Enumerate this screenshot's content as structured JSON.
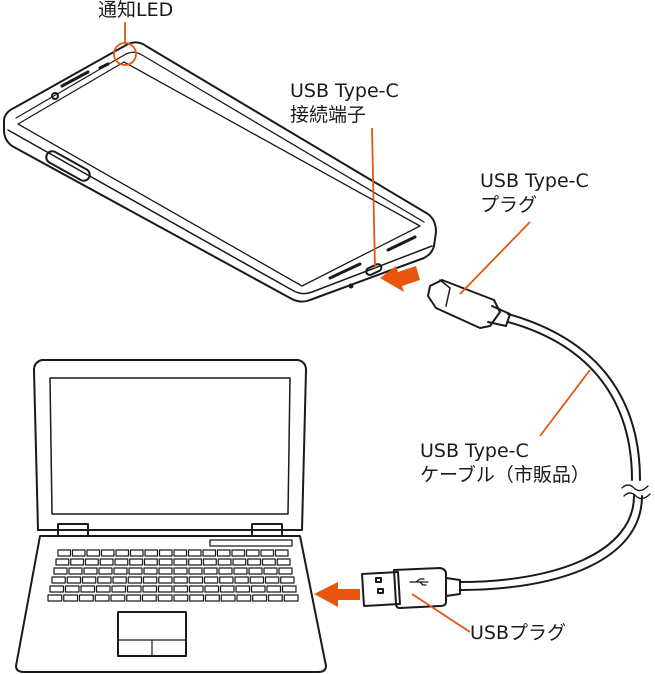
{
  "labels": {
    "notification_led": "通知LED",
    "port_line1": "USB Type-C",
    "port_line2": "接続端子",
    "plug_line1": "USB Type-C",
    "plug_line2": "プラグ",
    "cable_line1": "USB Type-C",
    "cable_line2": "ケーブル（市販品）",
    "usb_plug": "USBプラグ"
  },
  "colors": {
    "accent": "#e8550f",
    "line": "#1a1a1a"
  },
  "icons": [
    "usb-trident-icon",
    "arrow-icon"
  ]
}
